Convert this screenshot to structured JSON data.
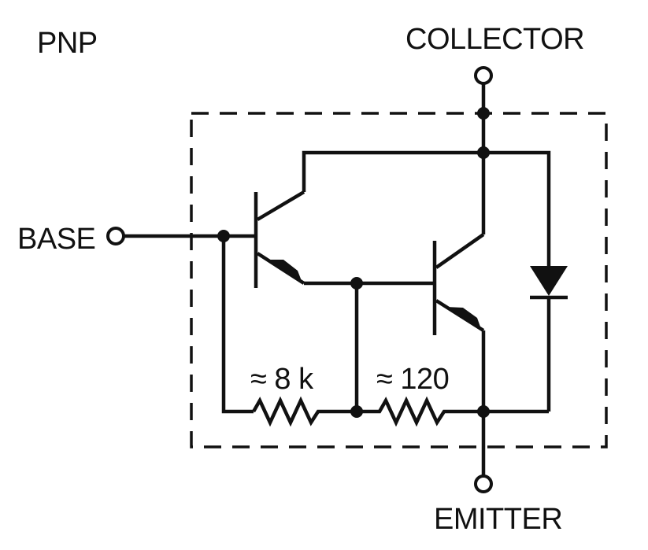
{
  "title": "PNP",
  "terminals": {
    "collector": "COLLECTOR",
    "base": "BASE",
    "emitter": "EMITTER"
  },
  "resistors": {
    "r1": "≈ 8 k",
    "r2": "≈ 120"
  }
}
